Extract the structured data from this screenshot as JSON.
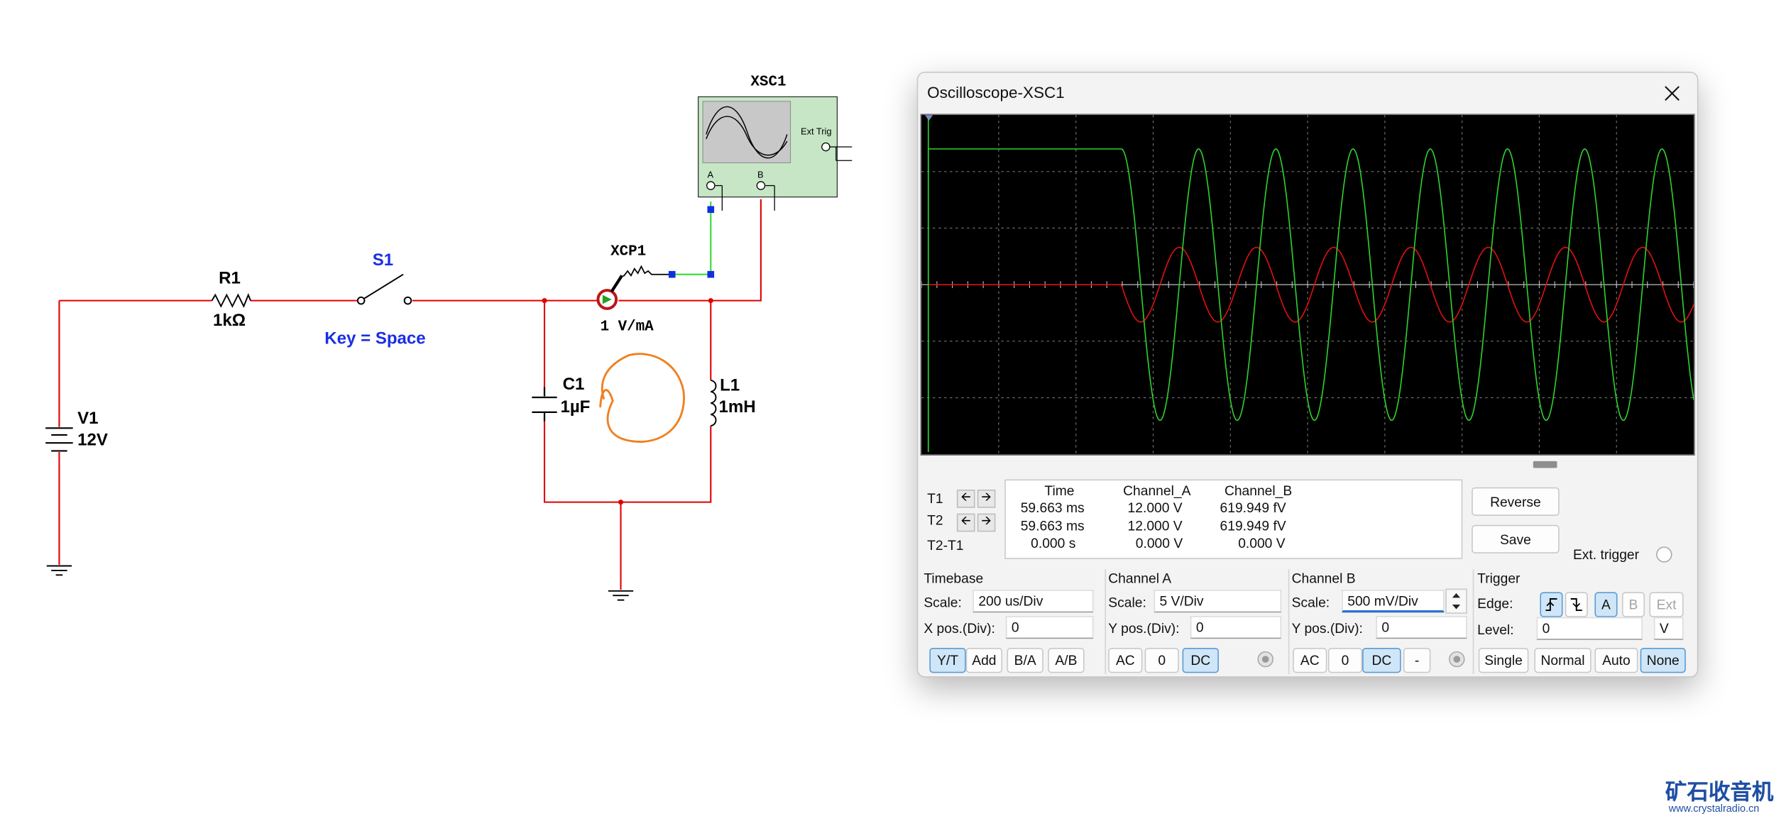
{
  "schematic": {
    "r1_name": "R1",
    "r1_value": "1kΩ",
    "s1_name": "S1",
    "s1_key": "Key = Space",
    "v1_name": "V1",
    "v1_value": "12V",
    "c1_name": "C1",
    "c1_value": "1µF",
    "l1_name": "L1",
    "l1_value": "1mH",
    "probe_name": "XCP1",
    "probe_scale": "1 V/mA",
    "scope_name": "XSC1",
    "scope_ext_trig": "Ext Trig",
    "scope_channel_a": "A",
    "scope_channel_b": "B",
    "wire_color": "#e00000",
    "probe_wire_color": "#33dd33"
  },
  "oscilloscope": {
    "title": "Oscilloscope-XSC1",
    "screen_colors": {
      "background": "#000000",
      "trace_a": "#2fd12f",
      "trace_b": "#e01010"
    },
    "traces": {
      "a_volts_before_switch": 12,
      "a_amplitude_volts": 12,
      "b_amplitude_volts": 0.33,
      "period_ms": 0.2,
      "switch_divisions": 2.5
    },
    "cursors": {
      "header_time": "Time",
      "header_a": "Channel_A",
      "header_b": "Channel_B",
      "t1": {
        "label": "T1",
        "time": "59.663 ms",
        "a": "12.000 V",
        "b": "619.949 fV"
      },
      "t2": {
        "label": "T2",
        "time": "59.663 ms",
        "a": "12.000 V",
        "b": "619.949 fV"
      },
      "diff": {
        "label": "T2-T1",
        "time": "0.000 s",
        "a": "0.000 V",
        "b": "0.000 V"
      }
    },
    "buttons": {
      "reverse": "Reverse",
      "save": "Save",
      "ext_trigger": "Ext. trigger"
    },
    "timebase": {
      "title": "Timebase",
      "scale_label": "Scale:",
      "scale_value": "200 us/Div",
      "xpos_label": "X pos.(Div):",
      "xpos_value": "0",
      "modes": [
        "Y/T",
        "Add",
        "B/A",
        "A/B"
      ],
      "active_mode": "Y/T"
    },
    "channel_a": {
      "title": "Channel A",
      "scale_label": "Scale:",
      "scale_value": "5  V/Div",
      "ypos_label": "Y pos.(Div):",
      "ypos_value": "0",
      "coupling": [
        "AC",
        "0",
        "DC"
      ],
      "active_coupling": "DC"
    },
    "channel_b": {
      "title": "Channel B",
      "scale_label": "Scale:",
      "scale_value": "500 mV/Div",
      "ypos_label": "Y pos.(Div):",
      "ypos_value": "0",
      "coupling": [
        "AC",
        "0",
        "DC",
        "-"
      ],
      "active_coupling": "DC"
    },
    "trigger": {
      "title": "Trigger",
      "edge_label": "Edge:",
      "sources": [
        "A",
        "B",
        "Ext"
      ],
      "active_source": "A",
      "level_label": "Level:",
      "level_value": "0",
      "level_unit": "V",
      "modes": [
        "Single",
        "Normal",
        "Auto",
        "None"
      ],
      "active_mode": "None"
    }
  },
  "watermark": {
    "cn": "矿石收音机",
    "url": "www.crystalradio.cn"
  }
}
